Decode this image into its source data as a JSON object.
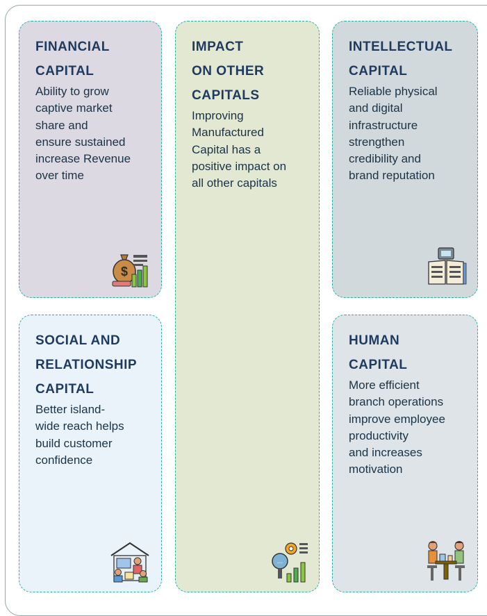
{
  "cards": {
    "financial": {
      "title": "FINANCIAL\nCAPITAL",
      "body": "Ability to grow\ncaptive market\nshare and\nensure sustained\nincrease Revenue\nover time",
      "bg": "#dcd9e3",
      "icon": "money-bag-chart-icon"
    },
    "impact": {
      "title": "IMPACT\nON OTHER\nCAPITALS",
      "body": "Improving\nManufactured\nCapital has a\npositive impact on\nall other capitals",
      "bg": "#e3e8d3",
      "icon": "search-gear-growth-icon"
    },
    "intellectual": {
      "title": "INTELLECTUAL\nCAPITAL",
      "body": "Reliable physical\nand digital\ninfrastructure\nstrengthen\ncredibility and\nbrand reputation",
      "bg": "#d2d9dc",
      "icon": "book-computer-icon"
    },
    "social": {
      "title": "SOCIAL AND\nRELATIONSHIP\nCAPITAL",
      "body": "Better island-\nwide reach helps\nbuild customer\nconfidence",
      "bg": "#e9f3f9",
      "icon": "community-house-icon"
    },
    "human": {
      "title": "HUMAN\nCAPITAL",
      "body": "More efficient\nbranch operations\nimprove employee\nproductivity\nand increases\nmotivation",
      "bg": "#dee4e8",
      "icon": "people-meeting-icon"
    }
  }
}
